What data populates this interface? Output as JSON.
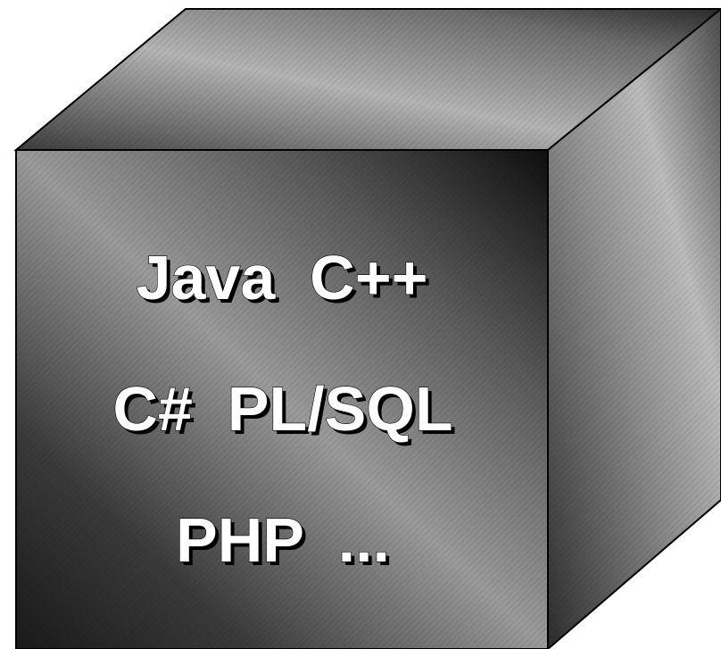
{
  "cube": {
    "lines": [
      "Java  C++",
      "C#  PL/SQL",
      "PHP  ..."
    ],
    "colors": {
      "front_dark": "#0a0a0a",
      "front_mid": "#8c8c8c",
      "top_light": "#9a9a9a",
      "side": "#6a6a6a",
      "edge": "#000000",
      "text": "#ffffff"
    }
  }
}
